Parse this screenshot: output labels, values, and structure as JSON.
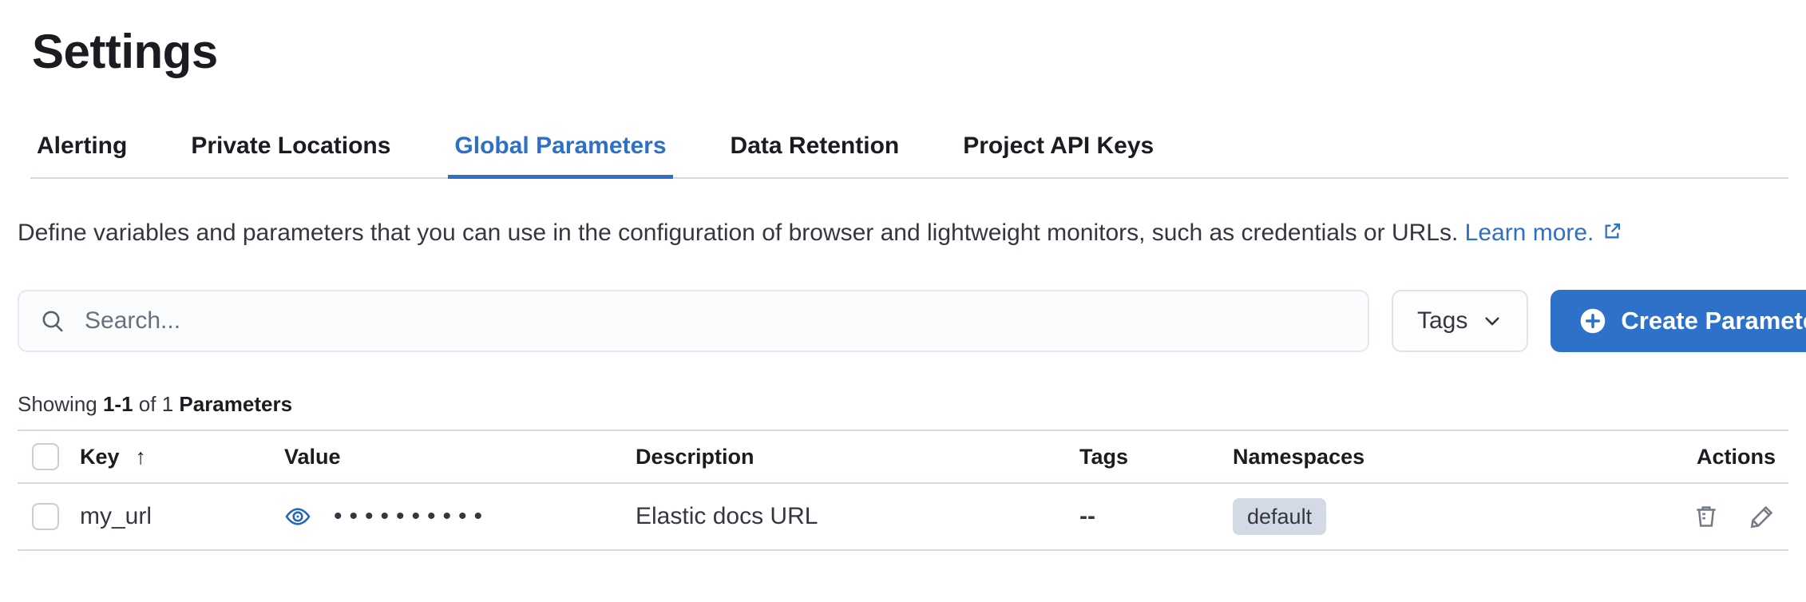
{
  "page": {
    "title": "Settings"
  },
  "tabs": {
    "items": [
      {
        "label": "Alerting",
        "active": false
      },
      {
        "label": "Private Locations",
        "active": false
      },
      {
        "label": "Global Parameters",
        "active": true
      },
      {
        "label": "Data Retention",
        "active": false
      },
      {
        "label": "Project API Keys",
        "active": false
      }
    ]
  },
  "description": {
    "text": "Define variables and parameters that you can use in the configuration of browser and lightweight monitors, such as credentials or URLs.",
    "link_label": "Learn more."
  },
  "toolbar": {
    "search_placeholder": "Search...",
    "tags_filter_label": "Tags",
    "create_button_label": "Create Parameter"
  },
  "summary": {
    "prefix": "Showing",
    "range": "1-1",
    "infix": "of 1",
    "entity": "Parameters"
  },
  "table": {
    "columns": [
      "Key",
      "Value",
      "Description",
      "Tags",
      "Namespaces",
      "Actions"
    ],
    "sort": {
      "column": "Key",
      "direction": "ascending",
      "arrow": "↑"
    },
    "rows": [
      {
        "key": "my_url",
        "value_masked": "••••••••••",
        "description": "Elastic docs URL",
        "tags": "--",
        "namespace": "default"
      }
    ]
  },
  "icons": {
    "search": "search-icon",
    "chevron": "chevron-down-icon",
    "plus": "plus-in-circle-icon",
    "external": "external-link-icon",
    "eye": "eye-icon",
    "trash": "trash-icon",
    "pencil": "pencil-icon"
  },
  "colors": {
    "accent_blue": "#2e6fc7",
    "button_blue": "#2e71c9",
    "divider": "#d3dae6",
    "badge_bg": "#d3dae6",
    "text_dark": "#1a1c21",
    "text_body": "#343741",
    "icon_gray": "#757b85"
  }
}
